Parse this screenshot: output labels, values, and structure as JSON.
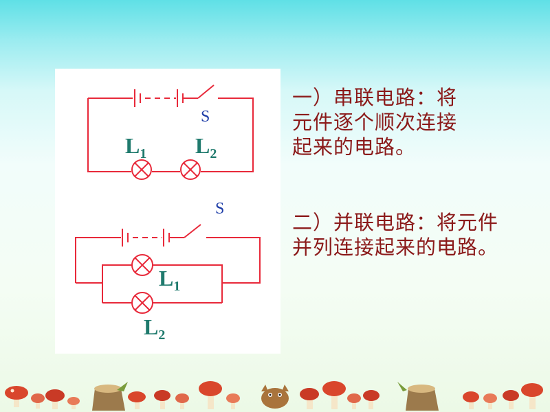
{
  "series": {
    "text_lines": [
      "一）串联电路：将",
      "元件逐个顺次连接",
      "起来的电路。"
    ],
    "switch_label": "S",
    "lamp1_label": "L",
    "lamp1_sub": "1",
    "lamp2_label": "L",
    "lamp2_sub": "2"
  },
  "parallel": {
    "text_lines": [
      "二）并联电路：将元件",
      "并列连接起来的电路。"
    ],
    "switch_label": "S",
    "lamp1_label": "L",
    "lamp1_sub": "1",
    "lamp2_label": "L",
    "lamp2_sub": "2"
  },
  "colors": {
    "wire": "#e8293a",
    "text": "#8b1a1a",
    "lamp_label": "#1f7a6d",
    "switch_label": "#1f3ea8"
  }
}
